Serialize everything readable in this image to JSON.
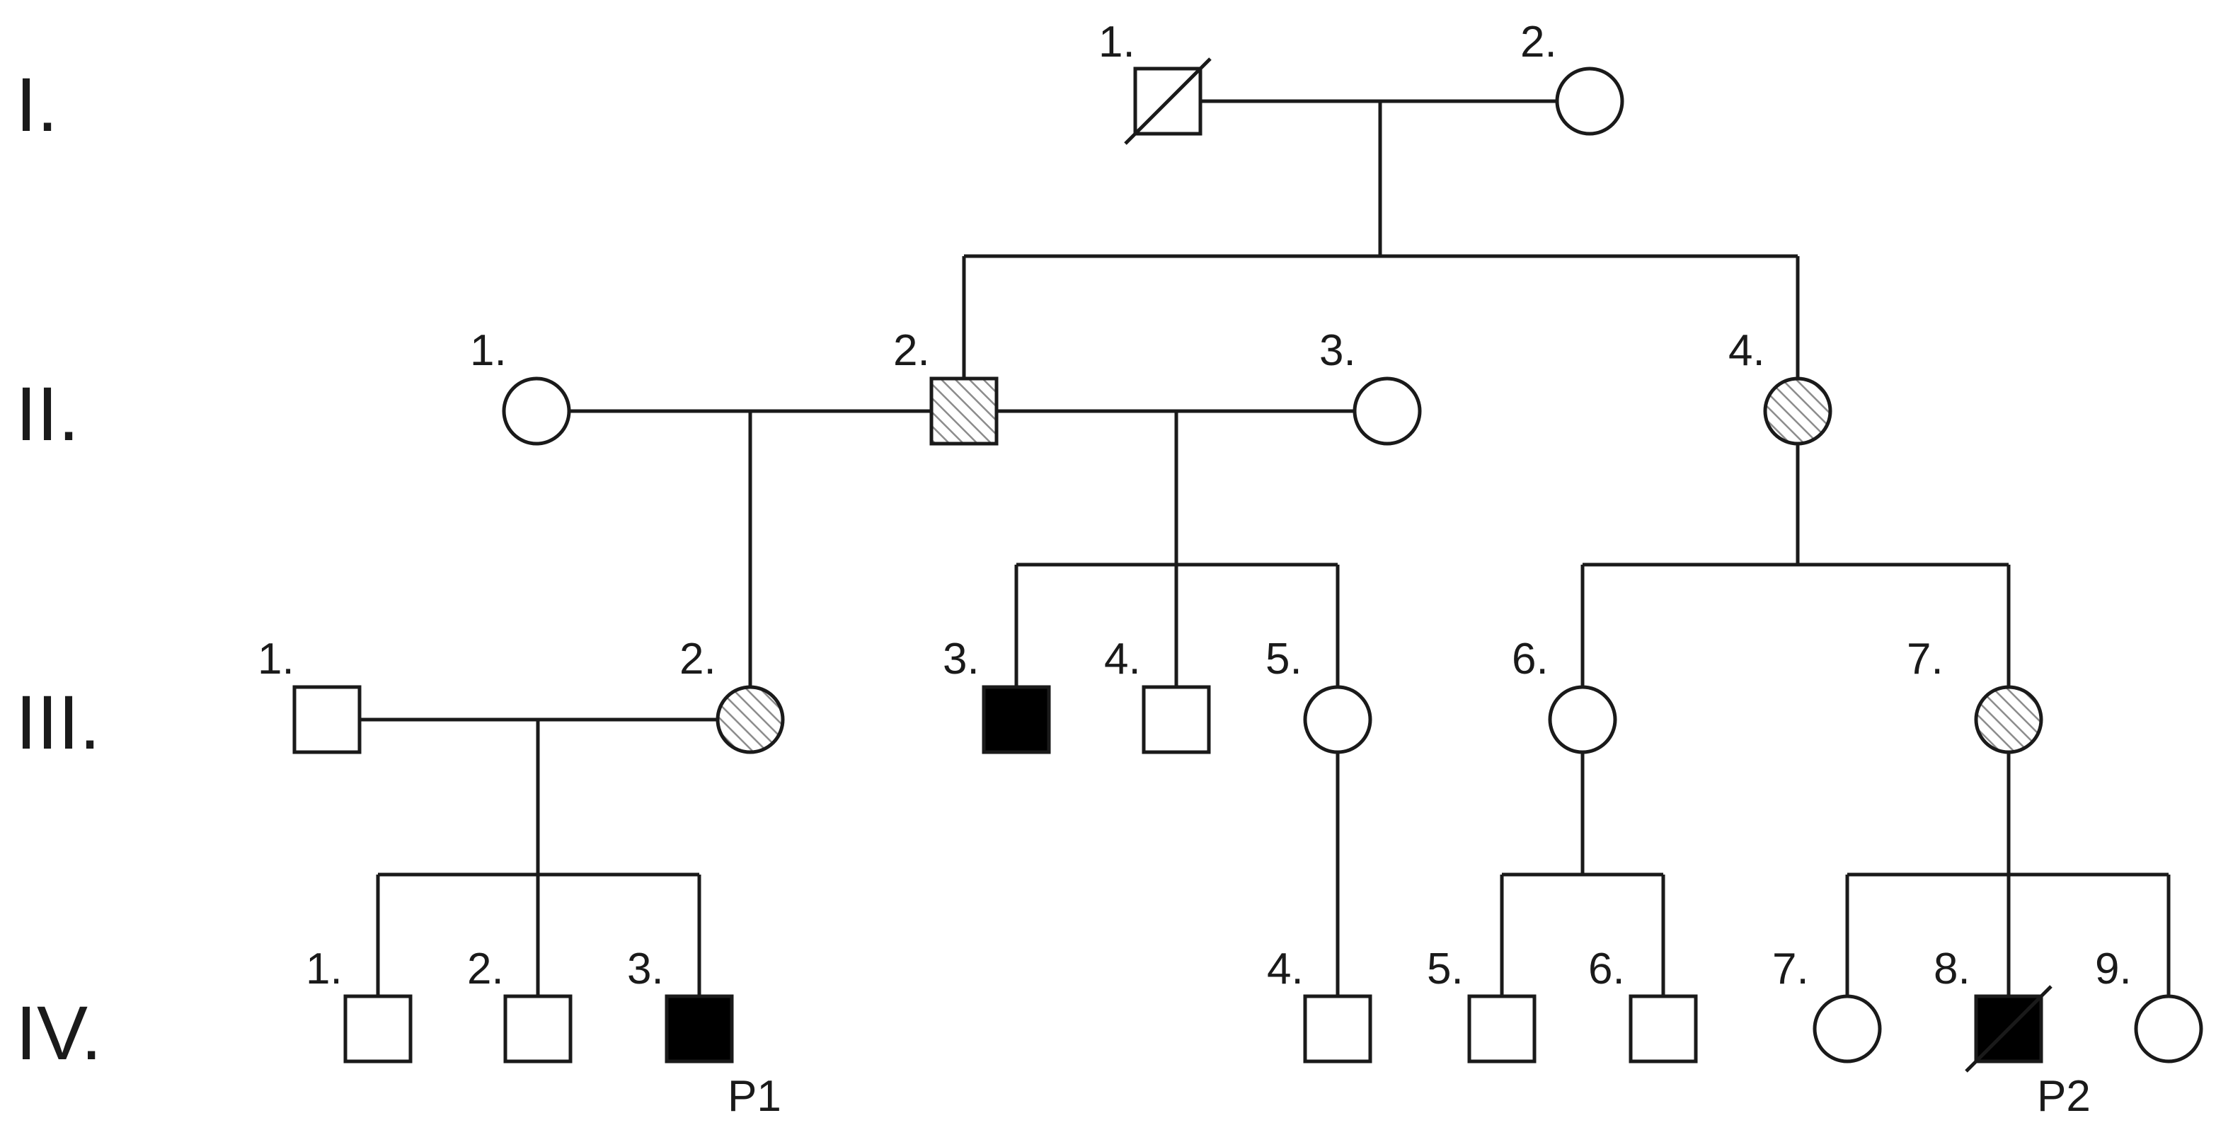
{
  "generations": {
    "gen1": "I.",
    "gen2": "II.",
    "gen3": "III.",
    "gen4": "IV."
  },
  "individuals": {
    "I-1": {
      "label": "1.",
      "sex": "male",
      "status": "unaffected",
      "deceased": true
    },
    "I-2": {
      "label": "2.",
      "sex": "female",
      "status": "unaffected"
    },
    "II-1": {
      "label": "1.",
      "sex": "female",
      "status": "unaffected"
    },
    "II-2": {
      "label": "2.",
      "sex": "male",
      "status": "carrier"
    },
    "II-3": {
      "label": "3.",
      "sex": "female",
      "status": "unaffected"
    },
    "II-4": {
      "label": "4.",
      "sex": "female",
      "status": "carrier"
    },
    "III-1": {
      "label": "1.",
      "sex": "male",
      "status": "unaffected"
    },
    "III-2": {
      "label": "2.",
      "sex": "female",
      "status": "carrier"
    },
    "III-3": {
      "label": "3.",
      "sex": "male",
      "status": "affected"
    },
    "III-4": {
      "label": "4.",
      "sex": "male",
      "status": "unaffected"
    },
    "III-5": {
      "label": "5.",
      "sex": "female",
      "status": "unaffected"
    },
    "III-6": {
      "label": "6.",
      "sex": "female",
      "status": "unaffected"
    },
    "III-7": {
      "label": "7.",
      "sex": "female",
      "status": "carrier"
    },
    "IV-1": {
      "label": "1.",
      "sex": "male",
      "status": "unaffected"
    },
    "IV-2": {
      "label": "2.",
      "sex": "male",
      "status": "unaffected"
    },
    "IV-3": {
      "label": "3.",
      "sex": "male",
      "status": "affected",
      "proband": "P1"
    },
    "IV-4": {
      "label": "4.",
      "sex": "male",
      "status": "unaffected"
    },
    "IV-5": {
      "label": "5.",
      "sex": "male",
      "status": "unaffected"
    },
    "IV-6": {
      "label": "6.",
      "sex": "male",
      "status": "unaffected"
    },
    "IV-7": {
      "label": "7.",
      "sex": "female",
      "status": "unaffected"
    },
    "IV-8": {
      "label": "8.",
      "sex": "male",
      "status": "affected",
      "deceased": true,
      "proband": "P2"
    },
    "IV-9": {
      "label": "9.",
      "sex": "female",
      "status": "unaffected"
    }
  },
  "colors": {
    "line": "#1a1a1a",
    "affected": "#000000",
    "carrier_hatch": "#8c8c8c",
    "unaffected": "#ffffff"
  }
}
